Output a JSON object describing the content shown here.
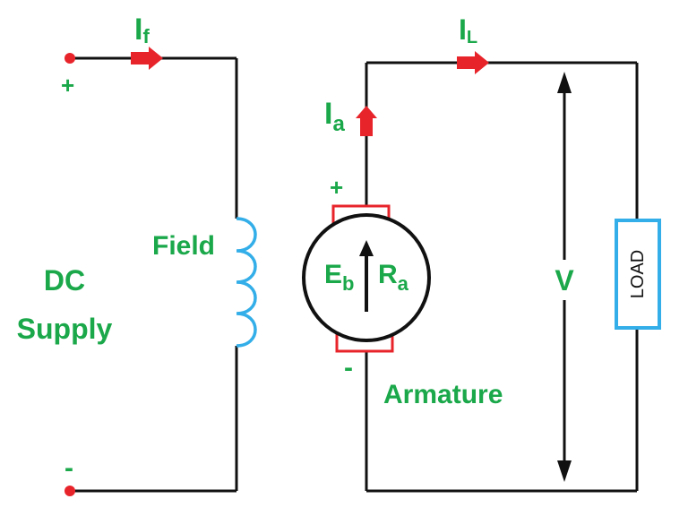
{
  "colors": {
    "wire": "#111111",
    "label": "#1aa84a",
    "current_label": "#1aa84a",
    "arrow": "#e8242b",
    "coil": "#33aee8",
    "brush": "#e8242b",
    "load_box": "#33aee8",
    "background": "#ffffff"
  },
  "labels": {
    "field_current_main": "I",
    "field_current_sub": "f",
    "load_current_main": "I",
    "load_current_sub": "L",
    "armature_current_main": "I",
    "armature_current_sub": "a",
    "supply_plus": "+",
    "supply_minus": "-",
    "supply_line1": "DC",
    "supply_line2": "Supply",
    "field": "Field",
    "armature_plus": "+",
    "armature_minus": "-",
    "back_emf_main": "E",
    "back_emf_sub": "b",
    "armature_resistance_main": "R",
    "armature_resistance_sub": "a",
    "armature": "Armature",
    "voltage": "V",
    "load": "LOAD"
  },
  "icons": {
    "field_current": "arrow-right-icon",
    "load_current": "arrow-right-icon",
    "armature_current": "arrow-up-icon",
    "terminal": "terminal-dot-icon",
    "coil": "coil-icon",
    "motor": "dc-motor-icon"
  }
}
